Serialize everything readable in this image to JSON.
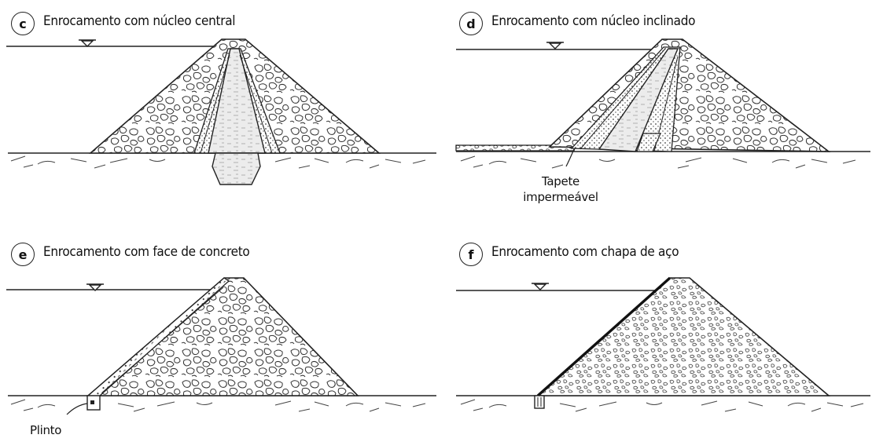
{
  "panels": [
    {
      "letter": "c",
      "title": "Enrocamento com núcleo central"
    },
    {
      "letter": "d",
      "title": "Enrocamento com núcleo inclinado",
      "annotation": {
        "line1": "Tapete",
        "line2": "impermeável"
      }
    },
    {
      "letter": "e",
      "title": "Enrocamento com face de concreto",
      "annotation": {
        "line1": "Plinto"
      }
    },
    {
      "letter": "f",
      "title": "Enrocamento com chapa de aço"
    }
  ],
  "colors": {
    "ink": "#222222",
    "background": "#ffffff",
    "core_fill": "#ececec"
  }
}
